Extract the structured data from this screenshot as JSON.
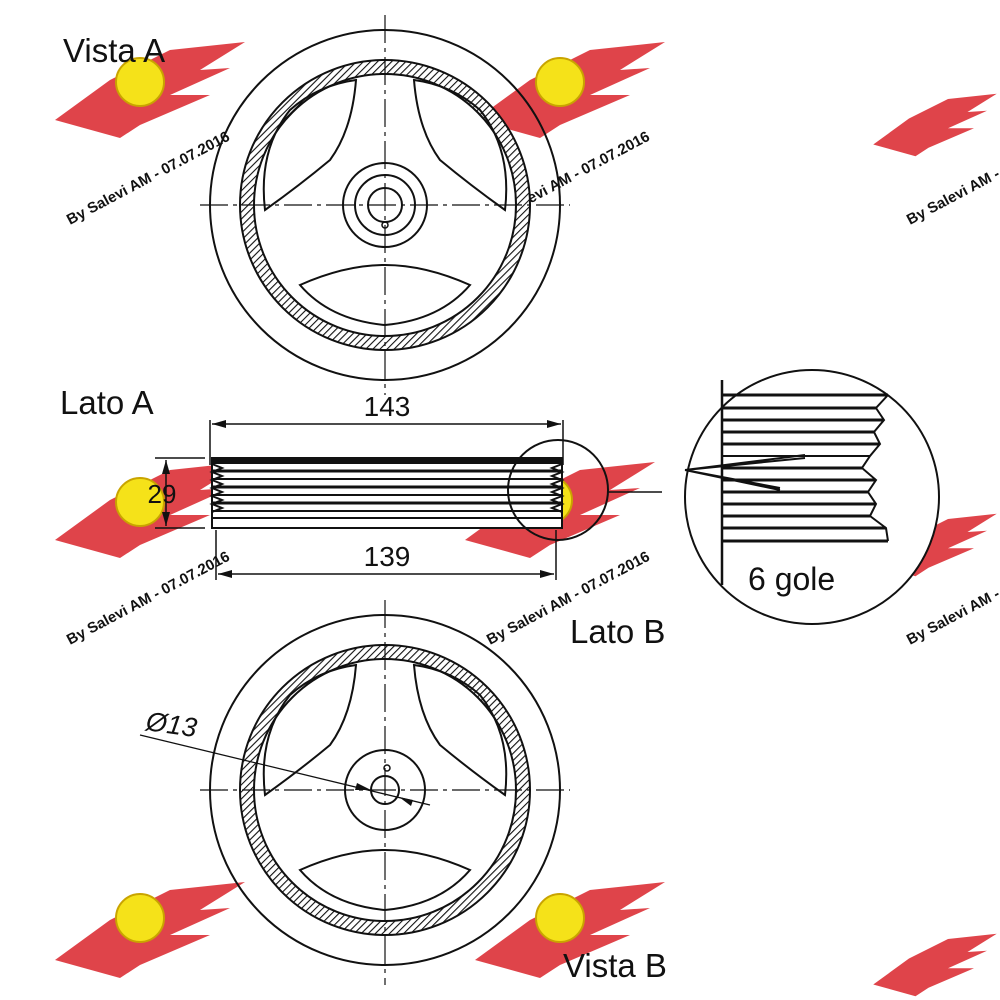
{
  "labels": {
    "view_a": "Vista A",
    "side_a": "Lato A",
    "side_b": "Lato B",
    "view_b": "Vista B",
    "grooves": "6 gole"
  },
  "dimensions": {
    "outer_width": "143",
    "inner_width": "139",
    "height": "29",
    "bore_diameter": "Ø13"
  },
  "watermark": {
    "text": "By Salevi AM - 07.07.2016",
    "brand_color": "#d9232a",
    "badge_color": "#f5e219"
  },
  "colors": {
    "line": "#111111",
    "background": "#ffffff"
  }
}
